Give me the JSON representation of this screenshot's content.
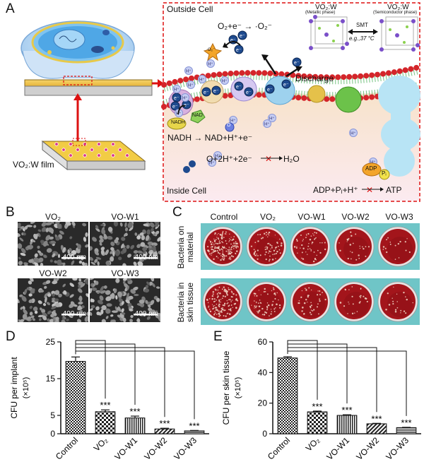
{
  "panelA": {
    "label": "A",
    "film_label": "VO₂:W film",
    "outside_cell": "Outside Cell",
    "inside_cell": "Inside Cell",
    "vo2w_metallic": "VO₂:W",
    "vo2w_metallic_sub": "(Metallic phase)",
    "vo2w_semi": "VO₂:W",
    "vo2w_semi_sub": "(Semiconductor phase)",
    "smt": "SMT",
    "smt_temp": "e.g.,37 °C",
    "reaction1": "O₂+e⁻ → ·O₂⁻",
    "o2_radical": "·O₂⁻",
    "discharge": "Discharge",
    "nad": "NAD",
    "nadh": "NADH",
    "reaction_nadh": "NADH → NAD+H⁺+e⁻",
    "reaction_water": "O+2H⁺+2e⁻",
    "water": "H₂O",
    "adp": "ADP",
    "pi": "Pᵢ",
    "reaction_atp": "ADP+Pᵢ+H⁺",
    "atp": "ATP",
    "hplus": "H⁺",
    "electron": "e⁻",
    "oxygen": "O"
  },
  "panelB": {
    "label": "B",
    "samples": [
      "VO₂",
      "VO-W1",
      "VO-W2",
      "VO-W3"
    ],
    "scale": "400 nm"
  },
  "panelC": {
    "label": "C",
    "columns": [
      "Control",
      "VO₂",
      "VO-W1",
      "VO-W2",
      "VO-W3"
    ],
    "rows": [
      "Bacteria on material",
      "Bacteria in skin tissue"
    ]
  },
  "chart_data": [
    {
      "panel": "D",
      "type": "bar",
      "categories": [
        "Control",
        "VO₂",
        "VO-W1",
        "VO-W2",
        "VO-W3"
      ],
      "values": [
        19.7,
        6.0,
        4.3,
        1.3,
        0.8
      ],
      "errors": [
        1.2,
        0.5,
        0.5,
        0.2,
        0.1
      ],
      "ylabel": "CFU per implant",
      "ylabel_unit": "(×10⁵)",
      "ylim": [
        0,
        25
      ],
      "yticks": [
        0,
        5,
        15,
        25
      ],
      "significance": "***"
    },
    {
      "panel": "E",
      "type": "bar",
      "categories": [
        "Control",
        "VO₂",
        "VO-W1",
        "VO-W2",
        "VO-W3"
      ],
      "values": [
        49.5,
        14.3,
        12.0,
        6.5,
        4.0
      ],
      "errors": [
        0.8,
        0.5,
        0.4,
        0.3,
        0.2
      ],
      "ylabel": "CFU per skin tissue",
      "ylabel_unit": "(×10⁵)",
      "ylim": [
        0,
        60
      ],
      "yticks": [
        0,
        20,
        40,
        60
      ],
      "significance": "***"
    }
  ]
}
